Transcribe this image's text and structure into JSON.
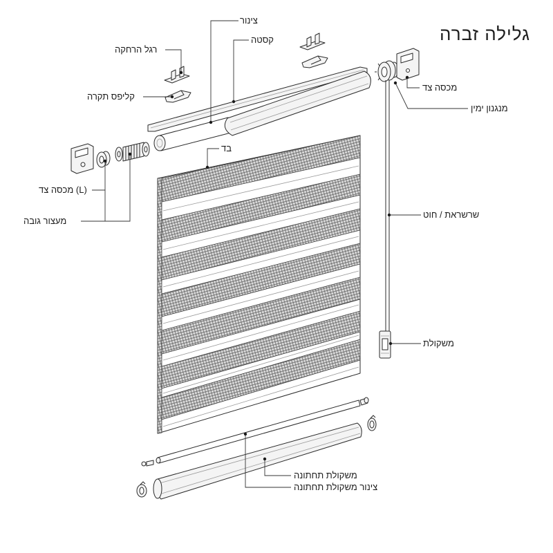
{
  "title": "גלילה זברה",
  "labels": {
    "tube": "צינור",
    "cassette": "קסטה",
    "spacer_bracket": "רגל הרחקה",
    "ceiling_clip": "קליפס תקרה",
    "side_cover_right": "מכסה צד",
    "right_mechanism": "מנגנון ימין",
    "fabric": "בד",
    "side_cover_left": "מכסה צד (L)",
    "height_stopper": "מעצור גובה",
    "chain_cord": "שרשראת / חוט",
    "weight": "משקולת",
    "bottom_weight": "משקולת תחתונה",
    "bottom_weight_tube": "צינור משקולת תחתונה"
  }
}
